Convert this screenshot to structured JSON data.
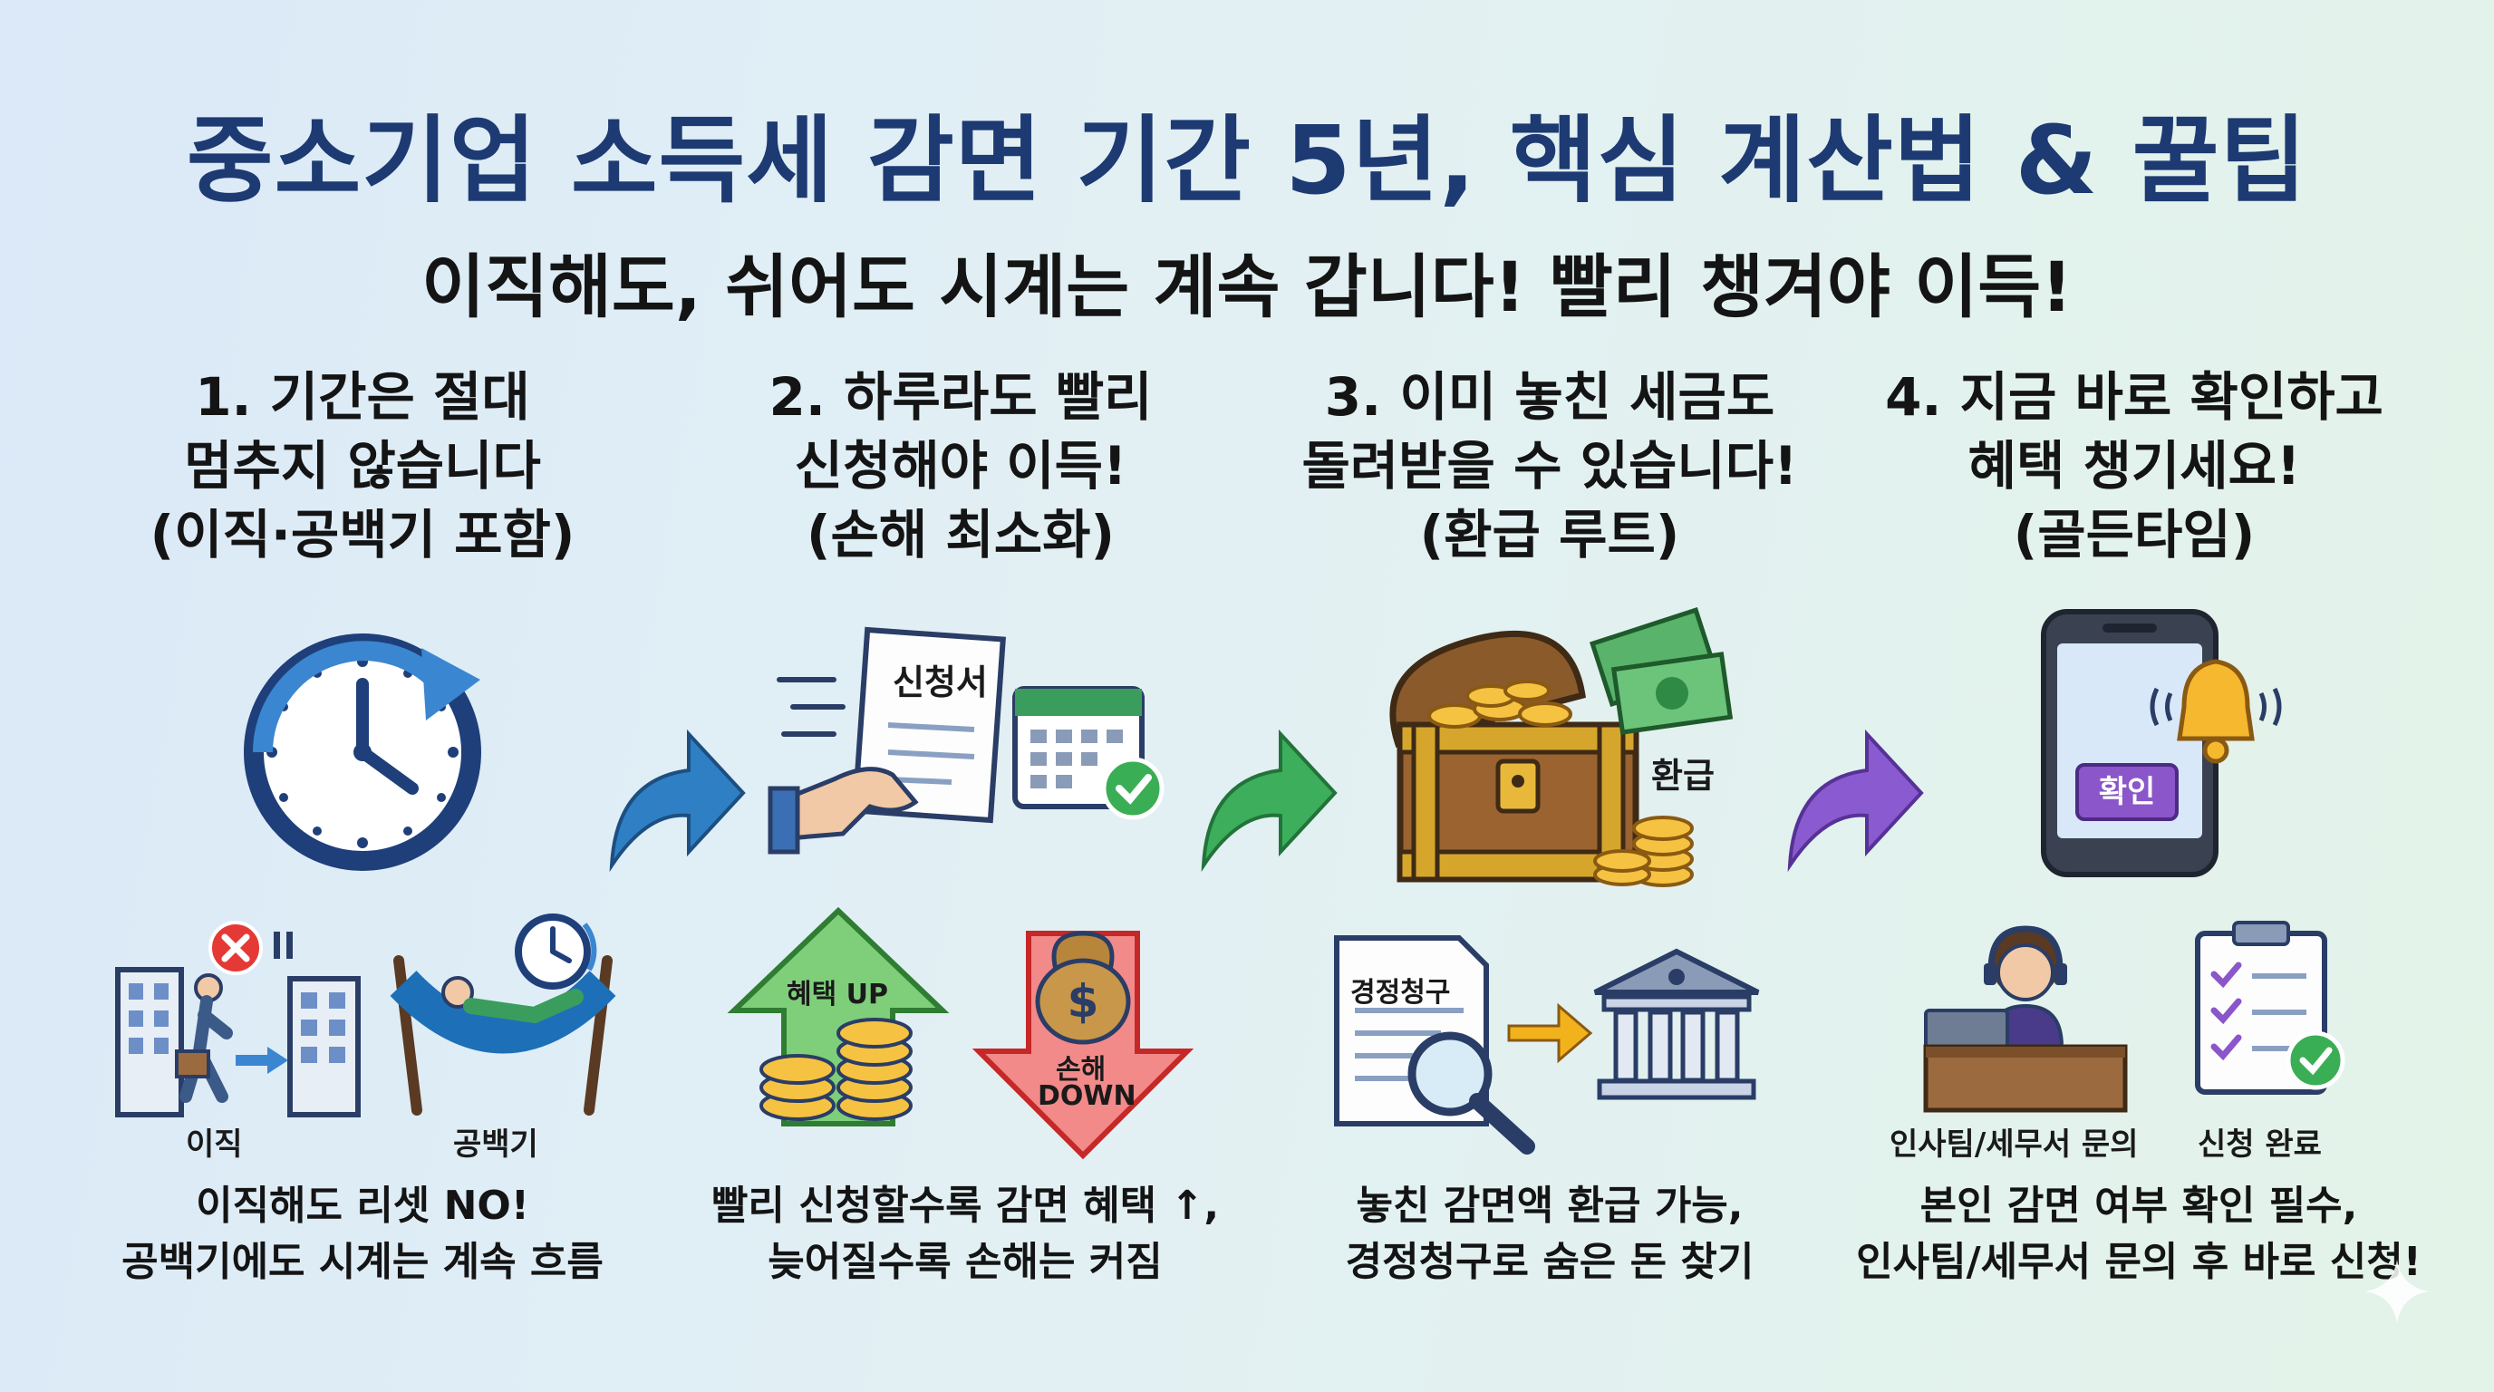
{
  "title": "중소기업 소득세 감면 기간 5년, 핵심 계산법 & 꿀팁",
  "subtitle": "이직해도, 쉬어도 시계는 계속 갑니다! 빨리 챙겨야 이득!",
  "steps": [
    {
      "title_lines": [
        "1. 기간은 절대",
        "멈추지 않습니다",
        "(이직·공백기 포함)"
      ],
      "labels": {
        "job_change": "이직",
        "gap": "공백기"
      },
      "desc_lines": [
        "이직해도 리셋 NO!",
        "공백기에도 시계는 계속 흐름"
      ]
    },
    {
      "title_lines": [
        "2. 하루라도 빨리",
        "신청해야 이득!",
        "(손해 최소화)"
      ],
      "labels": {
        "form": "신청서",
        "benefit": "혜택 UP",
        "loss": "손해",
        "down": "DOWN"
      },
      "desc_lines": [
        "빨리 신청할수록 감면 혜택 ↑,",
        "늦어질수록 손해는 커짐"
      ]
    },
    {
      "title_lines": [
        "3. 이미 놓친 세금도",
        "돌려받을 수 있습니다!",
        "(환급 루트)"
      ],
      "labels": {
        "refund": "환급",
        "claim": "경정청구"
      },
      "desc_lines": [
        "놓친 감면액 환급 가능,",
        "경정청구로 숨은 돈 찾기"
      ]
    },
    {
      "title_lines": [
        "4. 지금 바로 확인하고",
        "혜택 챙기세요!",
        "(골든타임)"
      ],
      "labels": {
        "confirm": "확인",
        "inquiry": "인사팀/세무서 문의",
        "done": "신청 완료"
      },
      "desc_lines": [
        "본인 감면 여부 확인 필수,",
        "인사팀/세무서 문의 후 바로 신청!"
      ]
    }
  ],
  "colors": {
    "title": "#1d3a72",
    "arrow_1": "#2f7fc4",
    "arrow_2": "#3cae5c",
    "arrow_3": "#8a5ad0",
    "benefit_arrow": "#4caf50",
    "loss_arrow": "#f07a7a",
    "confirm_button": "#8a56c9"
  },
  "icons": [
    "clock-cycle-icon",
    "commuter-icon",
    "hammock-icon",
    "hand-form-icon",
    "calendar-check-icon",
    "coins-icon",
    "money-bag-icon",
    "treasure-chest-icon",
    "cash-icon",
    "document-magnifier-icon",
    "bank-icon",
    "smartphone-icon",
    "bell-icon",
    "consultant-icon",
    "checklist-icon"
  ]
}
